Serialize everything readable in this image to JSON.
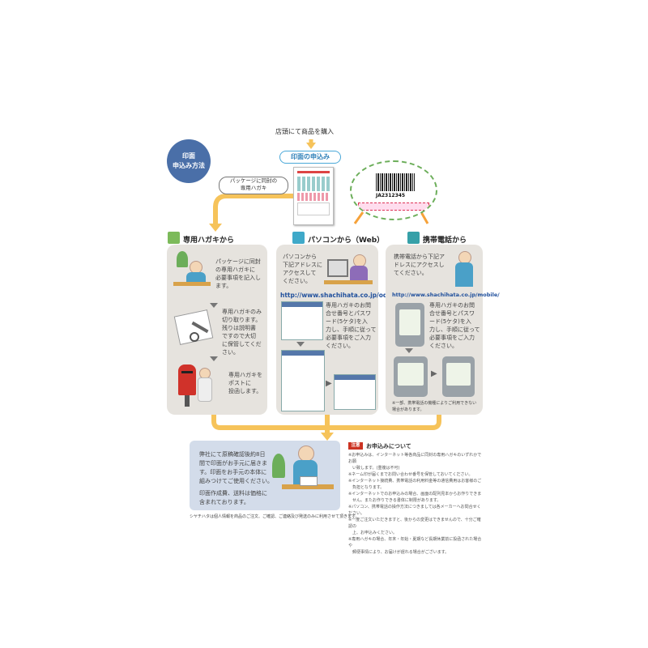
{
  "top": {
    "store_text": "店頭にて商品を購入",
    "print_order_label": "印面の申込み",
    "method_badge": "印面\n申込み方法",
    "postcard_callout": "パッケージに同封の\n専用ハガキ",
    "barcode_number": "JA2312345"
  },
  "sections": {
    "postcard": {
      "title": "専用ハガキから",
      "step1": "パッケージに同封\nの専用ハガキに\n必要事項を記入し\nます。",
      "step2": "専用ハガキのみ\n切り取ります。\n残りは説明書\nですので大切\nに保管してくだ\nさい。",
      "step3": "専用ハガキを\nポストに\n投函します。"
    },
    "pc": {
      "title": "パソコンから（Web）",
      "intro": "パソコンから\n下記アドレスに\nアクセスして\nください。",
      "url": "http://www.shachihata.co.jp/odr/",
      "instructions": "専用ハガキのお問\n合せ番号とパスワ\nード(5ケタ)を入\n力し、手順に従って\n必要事項をご入力\nください。"
    },
    "mobile": {
      "title": "携帯電話から",
      "intro": "携帯電話から下記ア\nドレスにアクセスし\nてください。",
      "url": "http://www.shachihata.co.jp/mobile/",
      "instructions": "専用ハガキのお問\n合せ番号とパスワ\nード(5ケタ)を入\n力し、手順に従って\n必要事項をご入力\nください。",
      "note": "※一部、携帯電話の機種によりご利用できない\n場合があります。"
    }
  },
  "bottom": {
    "delivery": "弊社にて原稿確認後約8日\n間で印面がお手元に届きま\nす。印面をお手元の本体に\n組みつけてご使用ください。",
    "fee": "印面作成費、送料は価格に\n含まれております。",
    "privacy": "シヤチハタは個人情報を商品のご注文、ご確認、ご連絡及び発送のみに利用させて頂きます。",
    "notes_badge": "注意",
    "notes_title": "お申込みについて",
    "notes": "※お申込みは、インターネット等各商品に同封の専用ハガキのいずれかでお願\n　い致します。(重複は不可)\n※ネーム印が届くまでお問い合わせ番号を保管しておいてください。\n※インターネット接続費、携帯電話の利用料金等の通信費用はお客様のご\n　負担となります。\n※インターネットでのお申込みの場合、画面の配列見本からお作りできま\n　せん。またお作りできる書体に制限があります。\n※パソコン、携帯電話の操作方法につきましては各メーカーへお問合せください。\n※一度ご注文いただきますと、後からの変更はできませんので、十分ご確認の\n　上、お申込みください。\n※専用ハガキの場合、年末・年始・夏期など長期休業前に投函された場合や\n　郵便事情により、お届けが遅れる場合がございます。"
  },
  "colors": {
    "accent": "#f6c35a",
    "link": "#1f4f9c",
    "badge": "#4a6fa8",
    "panel": "#e6e3de",
    "bottom_panel": "#d3dcea",
    "notes_red": "#cc3322"
  }
}
